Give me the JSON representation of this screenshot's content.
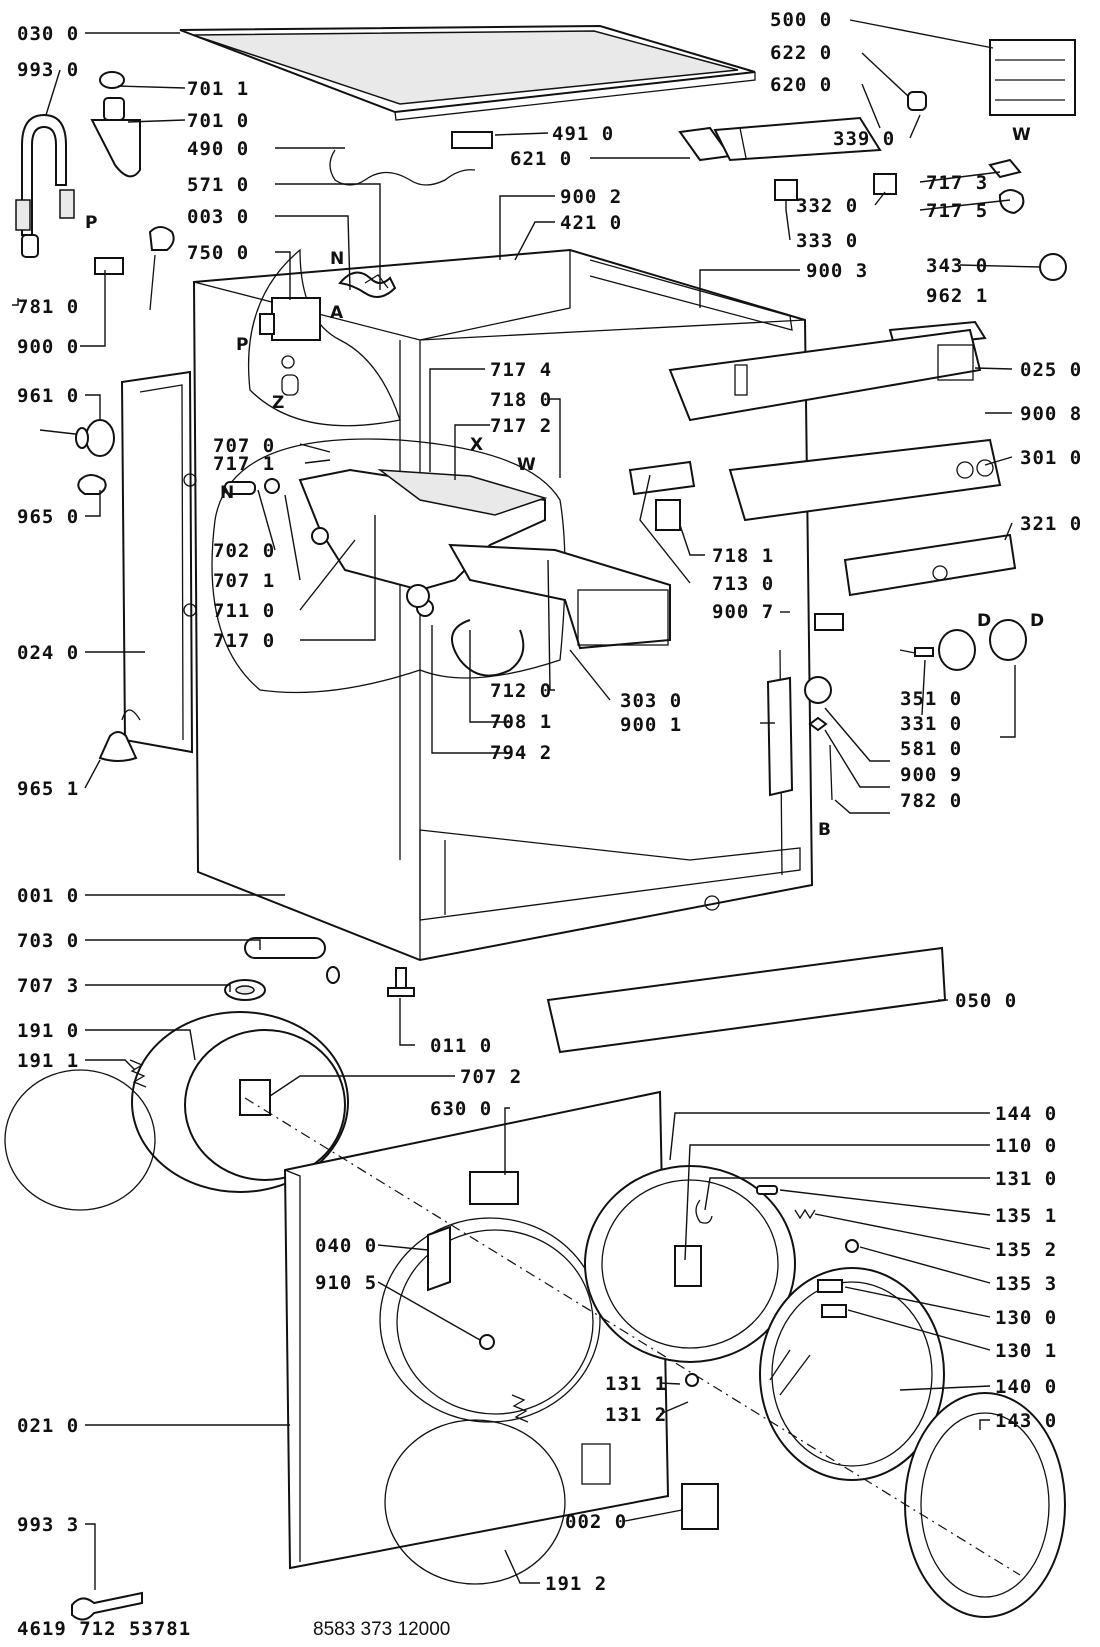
{
  "callouts": {
    "c030_0": "030 0",
    "c993_0": "993 0",
    "c701_1": "701 1",
    "c701_0": "701 0",
    "c490_0": "490 0",
    "c571_0": "571 0",
    "c003_0": "003 0",
    "c750_0": "750 0",
    "c781_0": "781 0",
    "c900_0": "900 0",
    "c961_0": "961 0",
    "c965_0": "965 0",
    "c707_0": "707 0",
    "c717_1": "717 1",
    "c702_0": "702 0",
    "c707_1": "707 1",
    "c711_0": "711 0",
    "c717_0": "717 0",
    "c024_0": "024 0",
    "c965_1": "965 1",
    "c717_4": "717 4",
    "c718_0": "718 0",
    "c717_2": "717 2",
    "c491_0": "491 0",
    "c621_0": "621 0",
    "c900_2": "900 2",
    "c421_0": "421 0",
    "c500_0": "500 0",
    "c622_0": "622 0",
    "c620_0": "620 0",
    "c339_0": "339 0",
    "c717_3": "717 3",
    "c717_5": "717 5",
    "c332_0": "332 0",
    "c333_0": "333 0",
    "c900_3": "900 3",
    "c343_0": "343 0",
    "c962_1": "962 1",
    "c025_0": "025 0",
    "c900_8": "900 8",
    "c301_0": "301 0",
    "c321_0": "321 0",
    "c718_1": "718 1",
    "c713_0": "713 0",
    "c900_7": "900 7",
    "c712_0": "712 0",
    "c708_1": "708 1",
    "c794_2": "794 2",
    "c303_0": "303 0",
    "c900_1": "900 1",
    "c351_0": "351 0",
    "c331_0": "331 0",
    "c581_0": "581 0",
    "c900_9": "900 9",
    "c782_0": "782 0",
    "c001_0": "001 0",
    "c703_0": "703 0",
    "c707_3": "707 3",
    "c191_0": "191 0",
    "c191_1": "191 1",
    "c011_0": "011 0",
    "c707_2": "707 2",
    "c630_0": "630 0",
    "c050_0": "050 0",
    "c144_0": "144 0",
    "c110_0": "110 0",
    "c131_0": "131 0",
    "c135_1": "135 1",
    "c135_2": "135 2",
    "c135_3": "135 3",
    "c130_0": "130 0",
    "c130_1": "130 1",
    "c140_0": "140 0",
    "c143_0": "143 0",
    "c040_0": "040 0",
    "c910_5": "910 5",
    "c131_1": "131 1",
    "c131_2": "131 2",
    "c021_0": "021 0",
    "c993_3": "993 3",
    "c002_0": "002 0",
    "c191_2": "191 2"
  },
  "letters": {
    "P1": "P",
    "P2": "P",
    "N1": "N",
    "A": "A",
    "Z": "Z",
    "N2": "N",
    "X": "X",
    "W1": "W",
    "W2": "W",
    "D1": "D",
    "D2": "D",
    "B": "B"
  },
  "footer": {
    "left_code": "4619 712 53781",
    "right_code": "8583 373 12000"
  }
}
